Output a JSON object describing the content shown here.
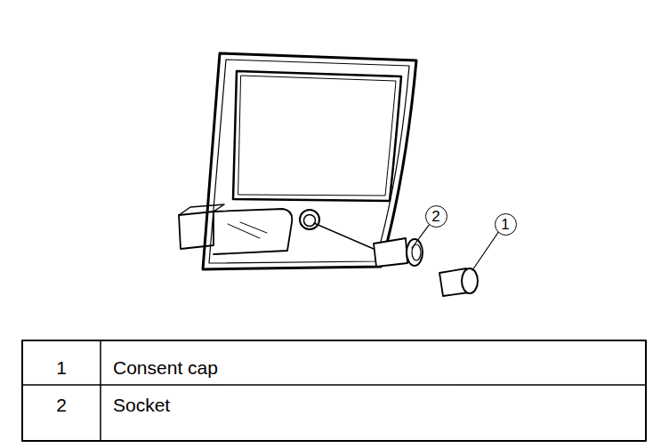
{
  "diagram": {
    "nodes": [
      {
        "text": [
          "2"
        ]
      },
      {
        "text": [
          "1"
        ]
      }
    ],
    "labels": [
      "1",
      "Consent cap",
      "2",
      "Socket"
    ]
  }
}
